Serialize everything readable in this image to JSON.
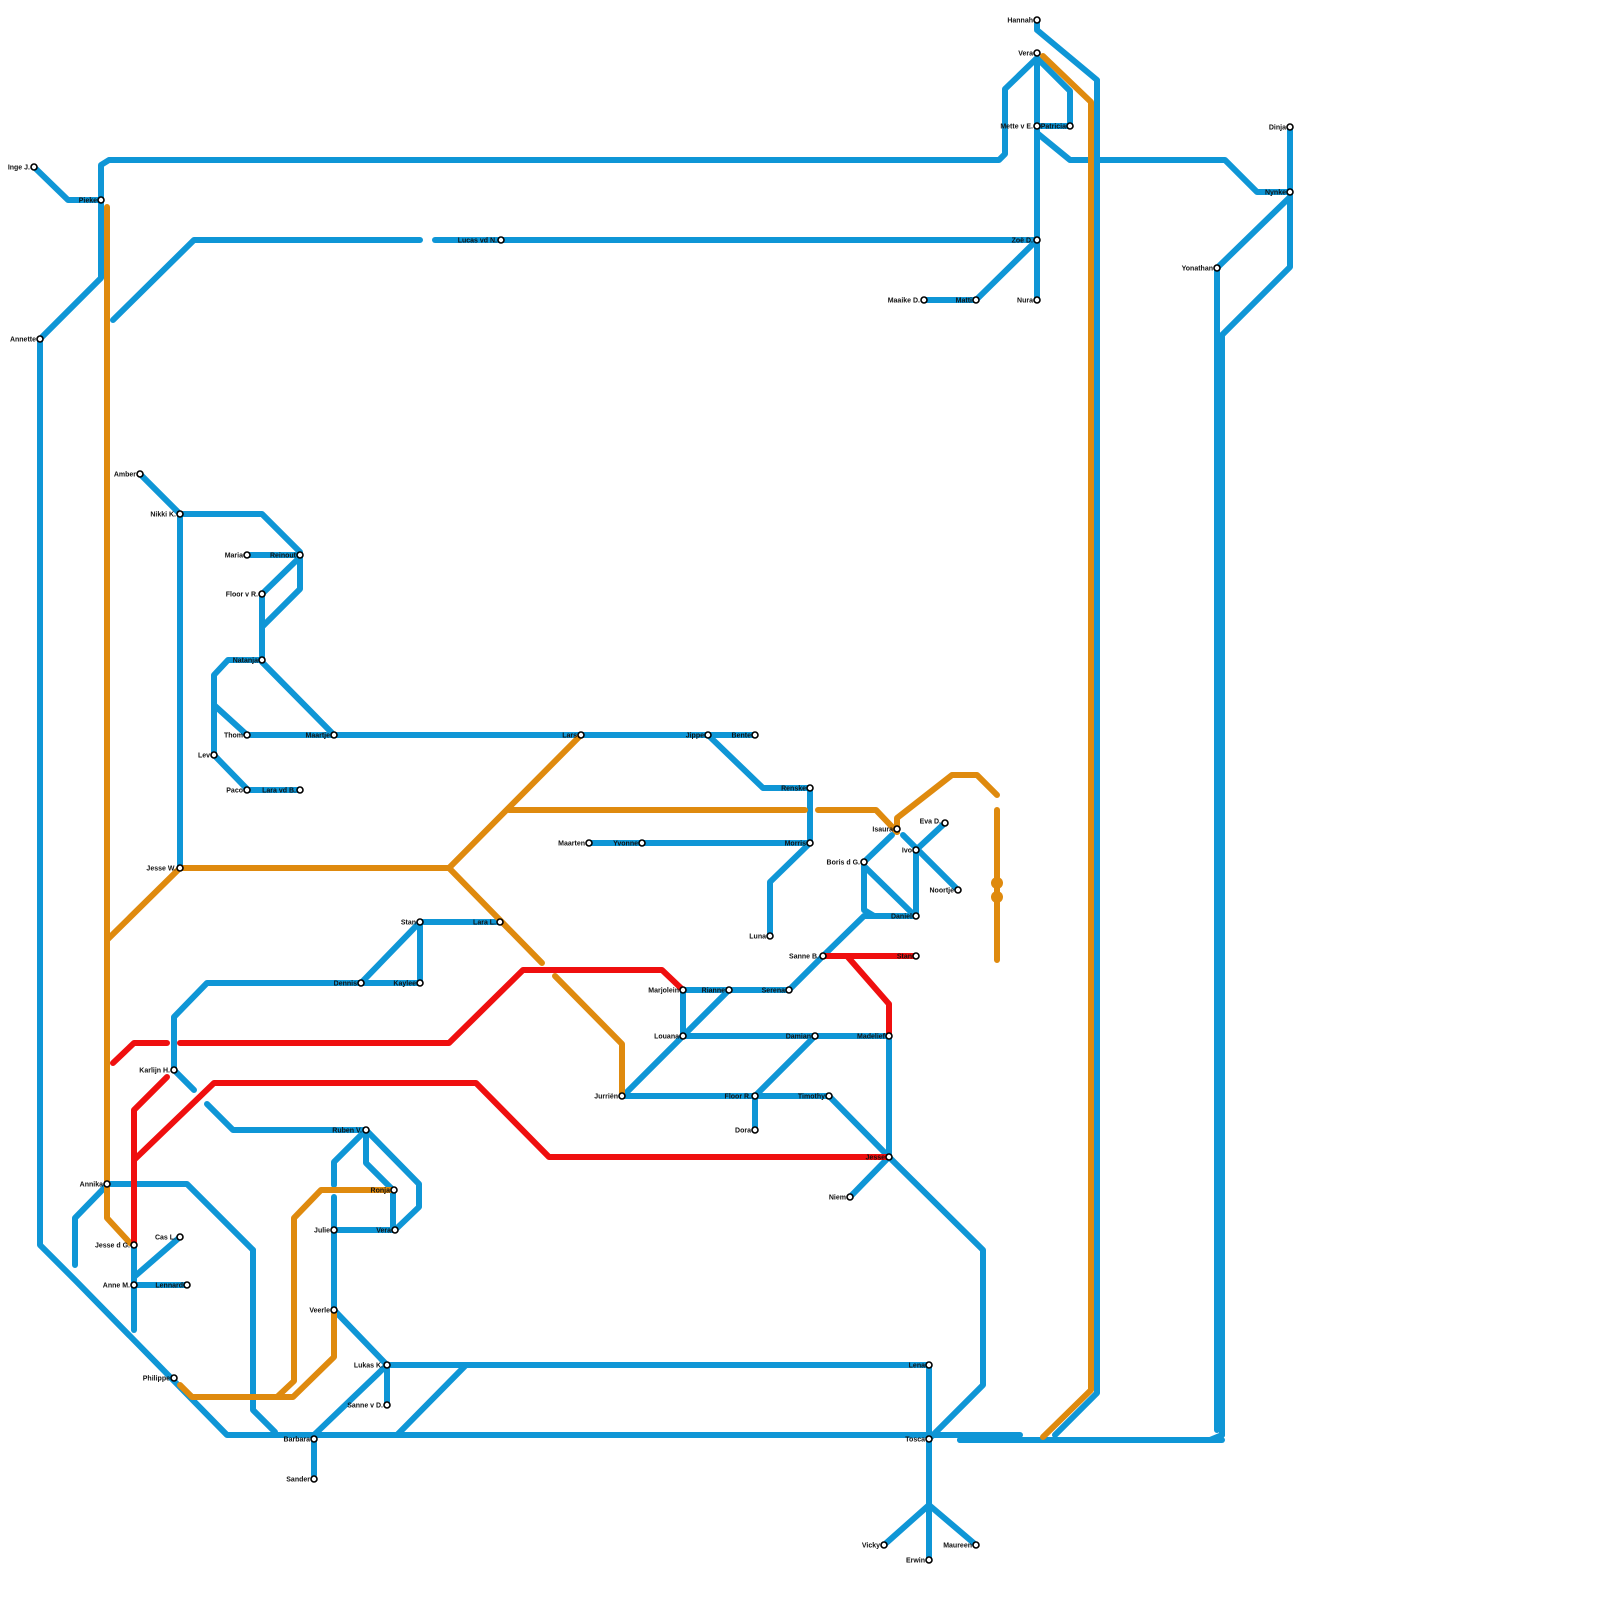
{
  "colors": {
    "blue": "#0f96d6",
    "orange": "#df8a0e",
    "red": "#ef0f0f"
  },
  "stations": [
    {
      "id": "hannah",
      "name": "Hannah"
    },
    {
      "id": "vera",
      "name": "Vera"
    },
    {
      "id": "mette",
      "name": "Mette v E."
    },
    {
      "id": "patricia",
      "name": "Patricia"
    },
    {
      "id": "zoe",
      "name": "Zoë D."
    },
    {
      "id": "nura",
      "name": "Nura"
    },
    {
      "id": "maaike",
      "name": "Maaike D."
    },
    {
      "id": "matti",
      "name": "Matti"
    },
    {
      "id": "dinja",
      "name": "Dinja"
    },
    {
      "id": "nynke",
      "name": "Nynke"
    },
    {
      "id": "yonathan",
      "name": "Yonathan"
    },
    {
      "id": "inge",
      "name": "Inge J."
    },
    {
      "id": "pieke",
      "name": "Pieke"
    },
    {
      "id": "annette",
      "name": "Annette"
    },
    {
      "id": "lucas",
      "name": "Lucas vd N."
    },
    {
      "id": "amber",
      "name": "Amber"
    },
    {
      "id": "nikki",
      "name": "Nikki K."
    },
    {
      "id": "maria",
      "name": "Maria"
    },
    {
      "id": "reinout",
      "name": "Reinout"
    },
    {
      "id": "floorvr",
      "name": "Floor v R."
    },
    {
      "id": "natanja",
      "name": "Natanja"
    },
    {
      "id": "thom",
      "name": "Thom"
    },
    {
      "id": "maartje",
      "name": "Maartje"
    },
    {
      "id": "lev",
      "name": "Lev"
    },
    {
      "id": "paco",
      "name": "Paco"
    },
    {
      "id": "laravd",
      "name": "Lara vd B."
    },
    {
      "id": "lars",
      "name": "Lars"
    },
    {
      "id": "jippe",
      "name": "Jippe"
    },
    {
      "id": "bente",
      "name": "Bente"
    },
    {
      "id": "renske",
      "name": "Renske"
    },
    {
      "id": "maarten",
      "name": "Maarten"
    },
    {
      "id": "yvonne",
      "name": "Yvonne"
    },
    {
      "id": "morris",
      "name": "Morris"
    },
    {
      "id": "luna",
      "name": "Luna"
    },
    {
      "id": "jessew",
      "name": "Jesse W."
    },
    {
      "id": "isaura",
      "name": "Isaura"
    },
    {
      "id": "evad",
      "name": "Eva D."
    },
    {
      "id": "ivo",
      "name": "Ivo"
    },
    {
      "id": "borisg",
      "name": "Boris d G."
    },
    {
      "id": "noortje",
      "name": "Noortje"
    },
    {
      "id": "daniel",
      "name": "Daniel"
    },
    {
      "id": "sanneb",
      "name": "Sanne B."
    },
    {
      "id": "stan2",
      "name": "Stan"
    },
    {
      "id": "stan",
      "name": "Stan"
    },
    {
      "id": "laral",
      "name": "Lara L."
    },
    {
      "id": "dennis",
      "name": "Dennis"
    },
    {
      "id": "kaylee",
      "name": "Kaylee"
    },
    {
      "id": "marjolein",
      "name": "Marjolein"
    },
    {
      "id": "rianne",
      "name": "Rianne"
    },
    {
      "id": "serena",
      "name": "Serena"
    },
    {
      "id": "louana",
      "name": "Louana"
    },
    {
      "id": "damian",
      "name": "Damian"
    },
    {
      "id": "madelief",
      "name": "Madelief"
    },
    {
      "id": "karlijn",
      "name": "Karlijn H."
    },
    {
      "id": "jurrien",
      "name": "Jurriën"
    },
    {
      "id": "floorr",
      "name": "Floor R."
    },
    {
      "id": "timothy",
      "name": "Timothy"
    },
    {
      "id": "dora",
      "name": "Dora"
    },
    {
      "id": "rubenv",
      "name": "Ruben V."
    },
    {
      "id": "jesse",
      "name": "Jesse"
    },
    {
      "id": "niem",
      "name": "Niem"
    },
    {
      "id": "annika",
      "name": "Annika"
    },
    {
      "id": "ronja",
      "name": "Ronja"
    },
    {
      "id": "julie",
      "name": "Julie"
    },
    {
      "id": "vera2",
      "name": "Vera"
    },
    {
      "id": "jessedg",
      "name": "Jesse d G."
    },
    {
      "id": "casl",
      "name": "Cas L."
    },
    {
      "id": "annem",
      "name": "Anne M."
    },
    {
      "id": "lennard",
      "name": "Lennard"
    },
    {
      "id": "veerle",
      "name": "Veerle"
    },
    {
      "id": "lukask",
      "name": "Lukas K."
    },
    {
      "id": "lena",
      "name": "Lena"
    },
    {
      "id": "sannevd",
      "name": "Sanne v D."
    },
    {
      "id": "philippe",
      "name": "Philippe"
    },
    {
      "id": "barbara",
      "name": "Barbara"
    },
    {
      "id": "tosca",
      "name": "Tosca"
    },
    {
      "id": "sander",
      "name": "Sander"
    },
    {
      "id": "vicky",
      "name": "Vicky"
    },
    {
      "id": "erwin",
      "name": "Erwin"
    },
    {
      "id": "maureen",
      "name": "Maureen"
    }
  ]
}
